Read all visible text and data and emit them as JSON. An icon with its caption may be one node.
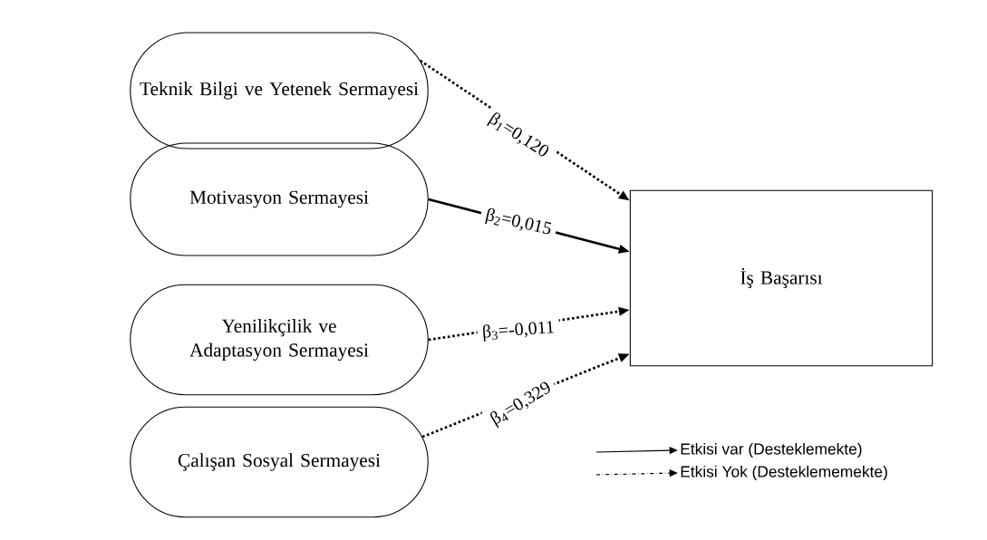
{
  "diagram": {
    "nodes": [
      {
        "text": [
          "Teknik Bilgi ve Yetenek Sermayesi"
        ]
      },
      {
        "text": [
          "Motivasyon Sermayesi"
        ]
      },
      {
        "text": [
          "Yenilikçilik ve Adaptasyon Sermayesi"
        ]
      },
      {
        "text": [
          "Çalışan Sosyal Sermayesi"
        ]
      },
      {
        "text": [
          "İş Başarısı"
        ]
      }
    ],
    "edges": [
      {
        "from": 0,
        "to": 4,
        "arrow": "to",
        "style": "dashed",
        "label": "β$_{1}$=0,120"
      },
      {
        "from": 1,
        "to": 4,
        "arrow": "to",
        "label": "β$_{2}$=0,015"
      },
      {
        "from": 2,
        "to": 4,
        "arrow": "to",
        "style": "dashed",
        "label": "β$_{3}$=-0,011"
      },
      {
        "from": 3,
        "to": 4,
        "arrow": "to",
        "style": "dashed",
        "label": "β$_{4}$=0,329"
      }
    ],
    "legend": [
      {
        "text": "Etkisi var (Desteklemekte)"
      },
      {
        "text": "Etkisi Yok (Desteklememekte)"
      }
    ]
  }
}
